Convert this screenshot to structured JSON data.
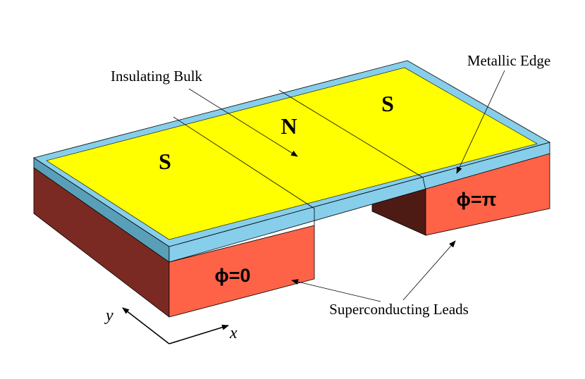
{
  "diagram": {
    "regions": {
      "left": "S",
      "middle": "N",
      "right": "S"
    },
    "leads": {
      "left_phase": "ϕ=0",
      "right_phase": "ϕ=π"
    },
    "annotations": {
      "insulating_bulk": "Insulating Bulk",
      "metallic_edge": "Metallic Edge",
      "superconducting_leads": "Superconducting Leads"
    },
    "axes": {
      "x_label": "x",
      "y_label": "y"
    },
    "colors": {
      "bulk": "#ffff00",
      "edge": "#87ceeb",
      "edge_side": "#5a9fb8",
      "lead_front": "#ff6347",
      "lead_side": "#7a2a22",
      "lead_dark": "#4e1b14",
      "outline": "#000000"
    }
  }
}
